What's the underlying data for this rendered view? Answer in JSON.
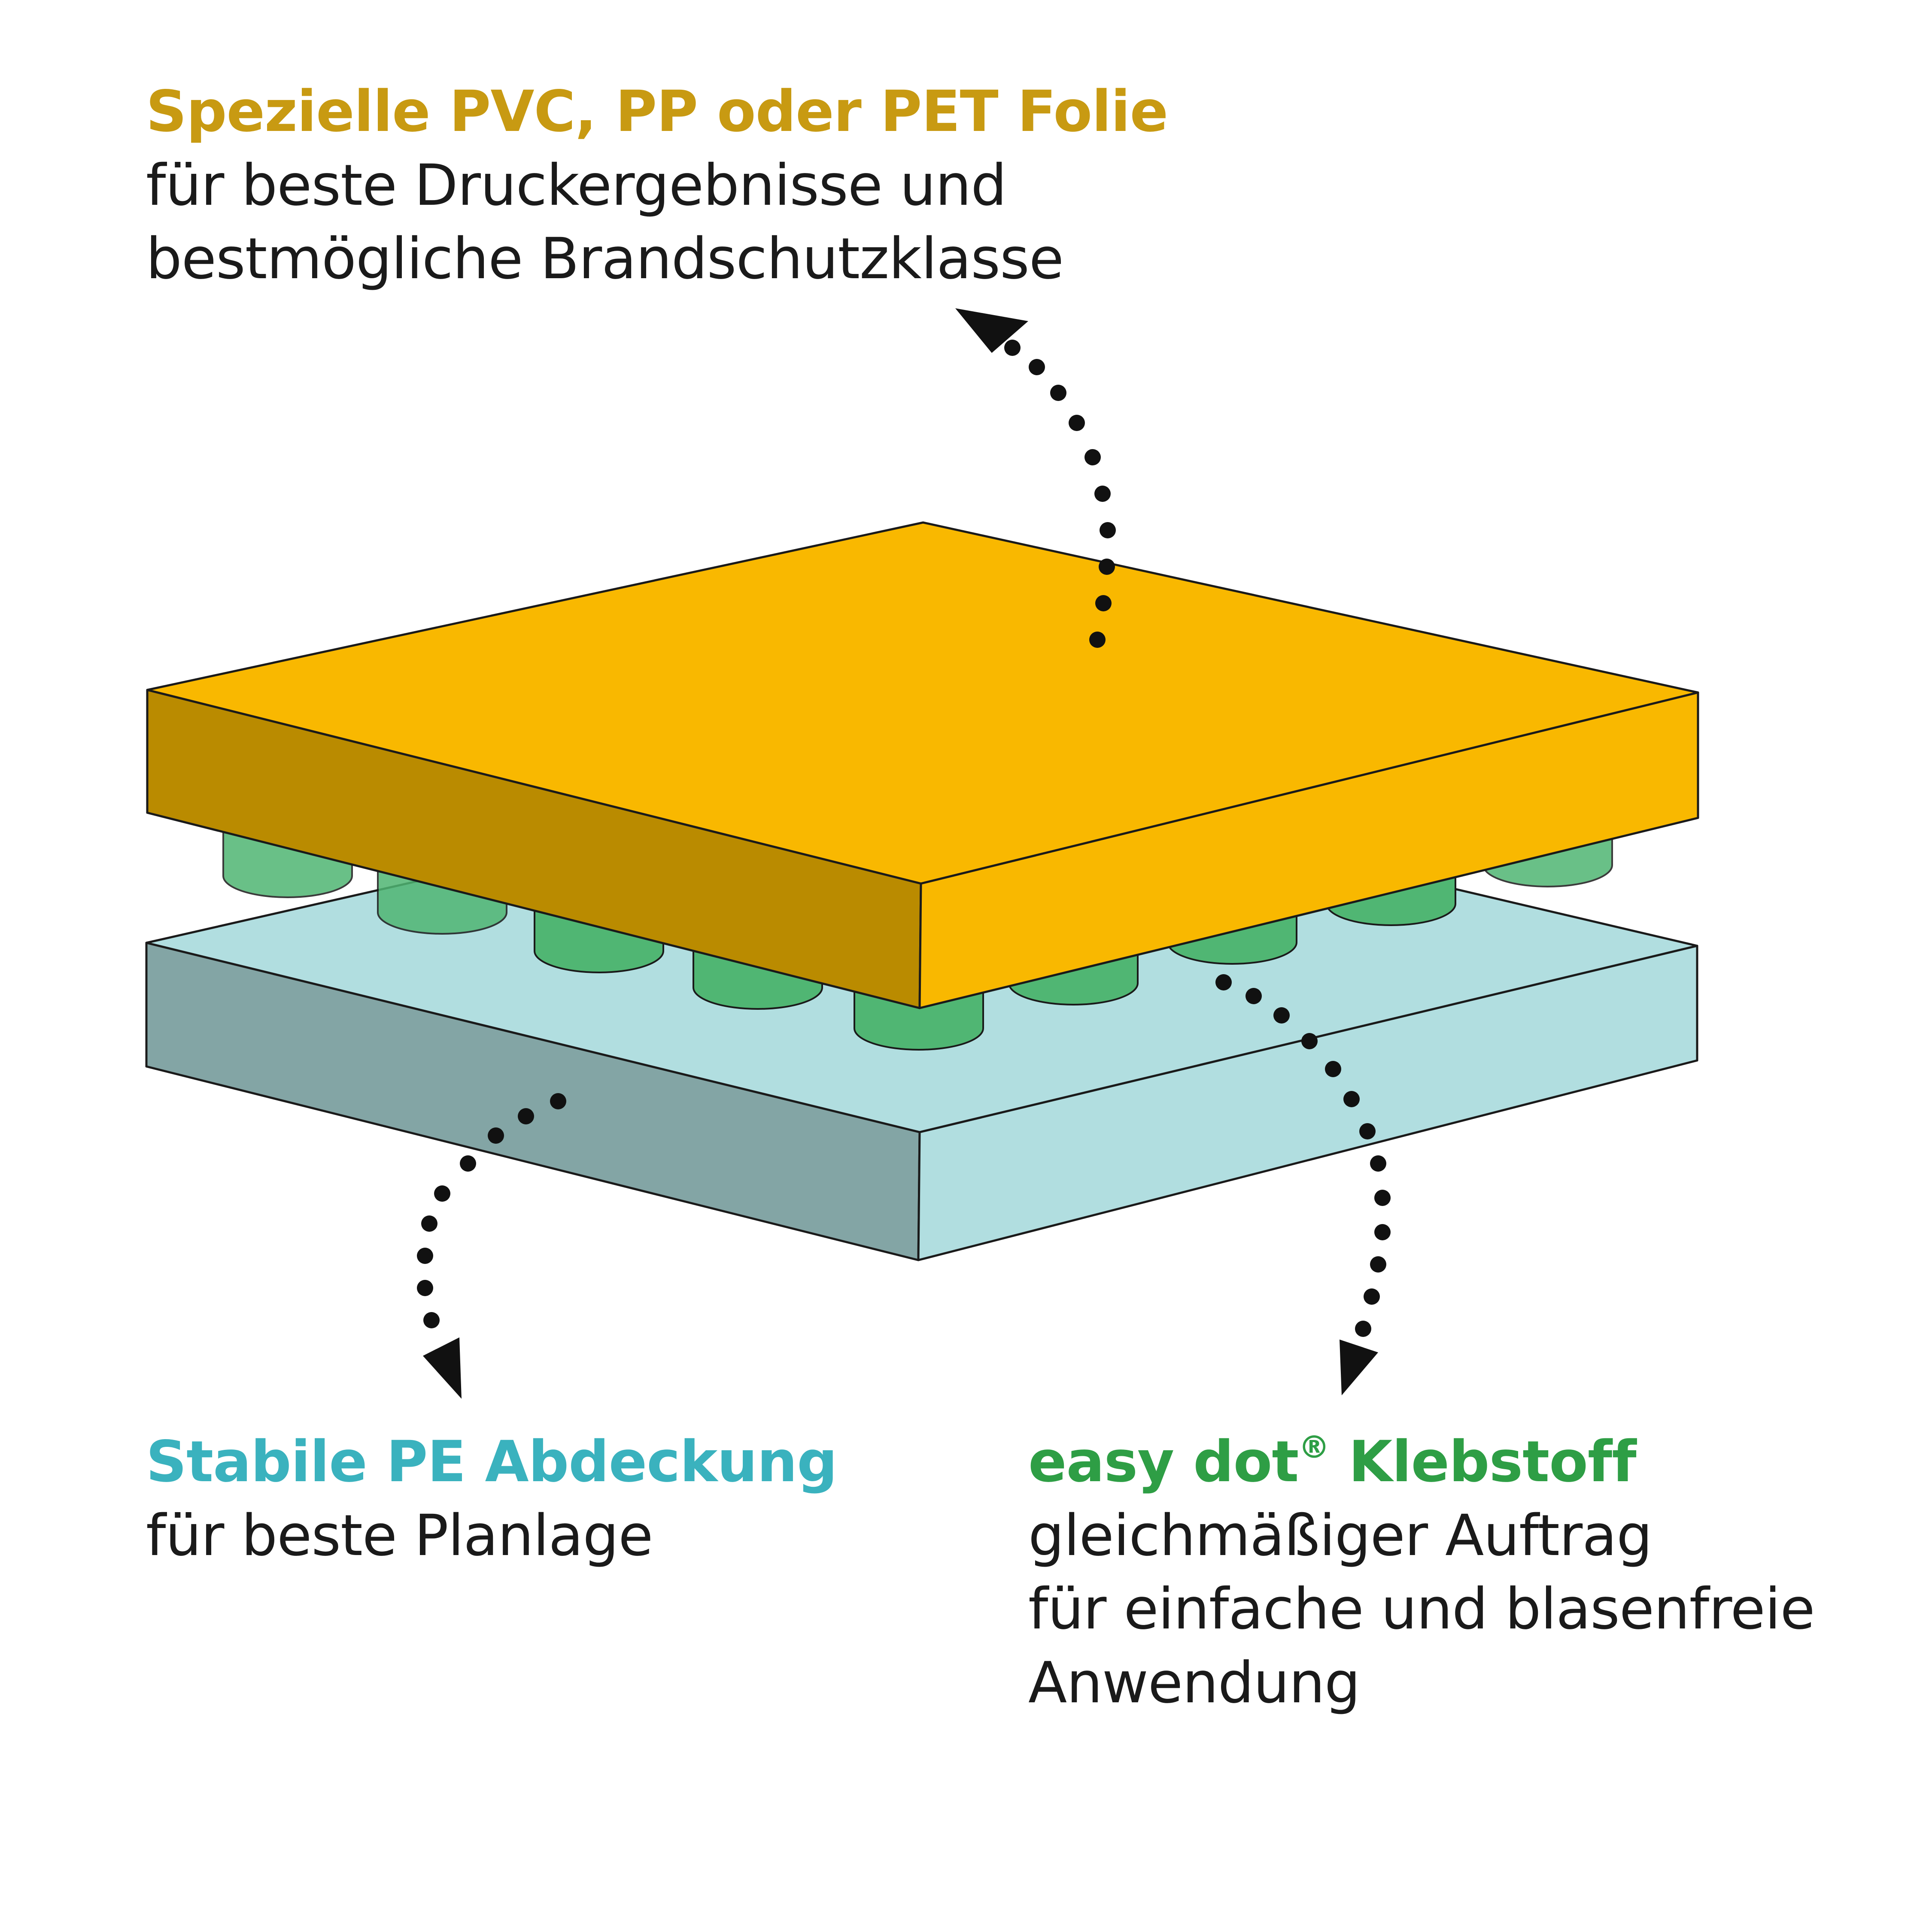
{
  "colors": {
    "film_top": "#F9B800",
    "film_front": "#BA8B00",
    "film_heading": "#C89A12",
    "cover_top": "#B1DEE0",
    "cover_front": "#83A5A5",
    "cover_heading": "#3AB2BE",
    "dot_fill": "#50B673",
    "dot_fill_translucent": "#6CC27E",
    "adhesive_heading": "#2E9E45",
    "arrow": "#111111",
    "body_text": "#1a1a1a"
  },
  "icons": [
    "dotted-arrow-icon"
  ],
  "callouts": {
    "film": {
      "heading": "Spezielle PVC, PP oder PET Folie",
      "lines": [
        "für beste Druckergebnisse und",
        "bestmögliche Brandschutzklasse"
      ]
    },
    "cover": {
      "heading": "Stabile PE Abdeckung",
      "lines": [
        "für beste Planlage"
      ]
    },
    "adhesive": {
      "heading_main": "easy dot",
      "heading_sup": "®",
      "heading_tail": " Klebstoff",
      "lines": [
        "gleichmäßiger Auftrag",
        "für einfache und blasenfreie",
        "Anwendung"
      ]
    }
  }
}
